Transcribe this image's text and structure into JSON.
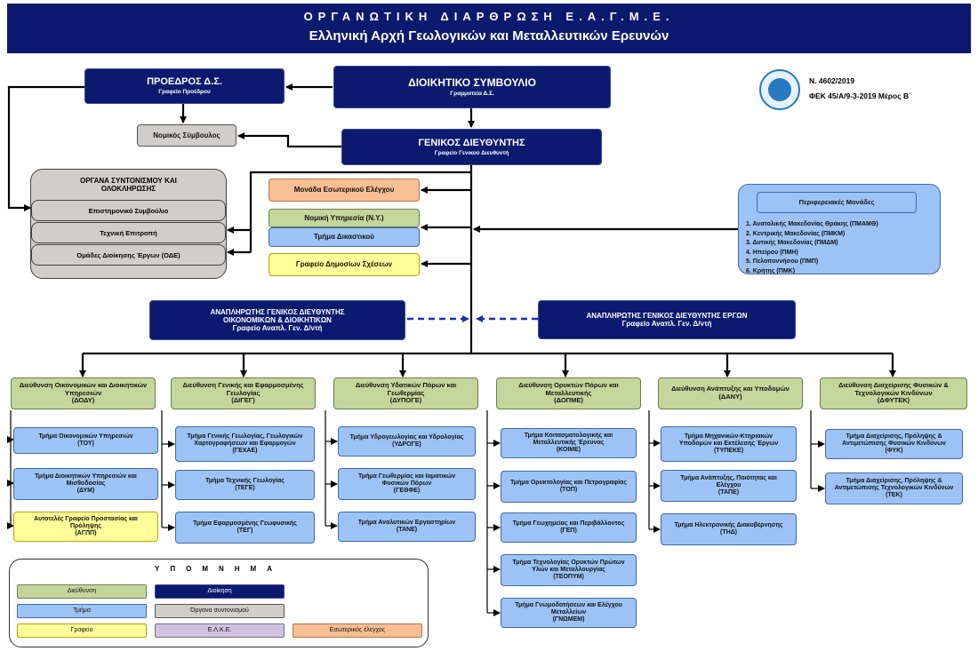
{
  "header": {
    "title": "ΟΡΓΑΝΩΤΙΚΗ ΔΙΑΡΘΡΩΣΗ Ε.Α.Γ.Μ.Ε.",
    "subtitle": "Ελληνική Αρχή Γεωλογικών και Μεταλλευτικών Ερευνών"
  },
  "law": {
    "number": "Ν. 4602/2019",
    "gazette": "ΦΕΚ 45/Α/9-3-2019 Μέρος Β΄"
  },
  "board": {
    "title": "ΔΙΟΙΚΗΤΙΚΟ ΣΥΜΒΟΥΛΙΟ",
    "sub": "Γραμματεία Δ.Σ."
  },
  "president": {
    "title": "ΠΡΟΕΔΡΟΣ Δ.Σ.",
    "sub": "Γραφείο Προέδρου"
  },
  "legal_advisor": "Νομικός Σύμβουλος",
  "general_director": {
    "title": "ΓΕΝΙΚΟΣ ΔΙΕΥΘΥΝΤΗΣ",
    "sub": "Γραφείο Γενικού Διευθυντή"
  },
  "coordination": {
    "title": "ΟΡΓΑΝΑ ΣΥΝΤΟΝΙΣΜΟΥ ΚΑΙ ΟΛΟΚΛΗΡΩΣΗΣ",
    "items": [
      "Επιστημονικό Συμβούλιο",
      "Τεχνική Επιτροπή",
      "Ομάδες Διοίκησης Έργων (ΟΔΕ)"
    ]
  },
  "staff": {
    "internal_audit": "Μονάδα Εσωτερικού Ελέγχου",
    "legal_service": "Νομική Υπηρεσία (Ν.Υ.)",
    "judicial_dept": "Τμήμα Δικαστικού",
    "press_office": "Γραφείο Δημοσίων Σχέσεων"
  },
  "regional": {
    "title": "Περιφερειακές Μονάδες",
    "items": [
      "1. Ανατολικής Μακεδονίας Θράκης (ΠΜΑΜΘ)",
      "2. Κεντρικής Μακεδονίας (ΠΜΚΜ)",
      "3. Δυτικής Μακεδονίας (ΠΜΔΜ)",
      "4. Ηπείρου (ΠΜΗ)",
      "5. Πελοποννήσου  (ΠΜΠ)",
      "6. Κρήτης (ΠΜΚ)"
    ]
  },
  "deputy_finance": {
    "title": "ΑΝΑΠΛΗΡΩΤΗΣ ΓΕΝΙΚΟΣ ΔΙΕΥΘΥΝΤΗΣ ΟΙΚΟΝΟΜΙΚΩΝ & ΔΙΟΙΚΗΤΙΚΩΝ",
    "sub": "Γραφείο Αναπλ. Γεν. Δ/ντή"
  },
  "deputy_projects": {
    "title": "ΑΝΑΠΛΗΡΩΤΗΣ ΓΕΝΙΚΟΣ ΔΙΕΥΘΥΝΤΗΣ ΕΡΓΩΝ",
    "sub": "Γραφείο Αναπλ. Γεν. Δ/ντή"
  },
  "directorates": [
    {
      "title": "Διεύθυνση Οικονομικών και Διοικητικών Υπηρεσιών",
      "abbr": "(ΔΟΔΥ)",
      "units": [
        {
          "name": "Τμήμα Οικονομικών Υπηρεσιών",
          "abbr": "(ΤΟΥ)",
          "kind": "blue"
        },
        {
          "name": "Τμήμα Διοικητικών Υπηρεσιών και Μισθοδοσίας",
          "abbr": "(ΔΥΜ)",
          "kind": "blue"
        },
        {
          "name": "Αυτοτελές Γραφείο Προστασίας και Πρόληψης",
          "abbr": "(ΑΓΠΠ)",
          "kind": "yellow"
        }
      ]
    },
    {
      "title": "Διεύθυνση Γενικής και Εφαρμοσμένης Γεωλογίας",
      "abbr": "(ΔΙΓΕΓ)",
      "units": [
        {
          "name": "Τμήμα Γενικής Γεωλογίας, Γεωλογικών Χαρτογραφήσεων και Εφαρμογών",
          "abbr": "(ΓΕΧΑΕ)",
          "kind": "blue"
        },
        {
          "name": "Τμήμα Τεχνικής Γεωλογίας",
          "abbr": "(ΤΕΓΕ)",
          "kind": "blue"
        },
        {
          "name": "Τμήμα Εφαρμοσμένης Γεωφυσικής",
          "abbr": "(ΤΕΓ)",
          "kind": "blue"
        }
      ]
    },
    {
      "title": "Διεύθυνση Υδατικών Πόρων και Γεωθερμίας",
      "abbr": "(ΔΥΠΟΓΕ)",
      "units": [
        {
          "name": "Τμήμα Υδρογεωλογίας και Υδρολογίας",
          "abbr": "(ΥΔΡΟΓΕ)",
          "kind": "blue"
        },
        {
          "name": "Τμήμα Γεωθερμίας και Ιαματικών Φυσικών Πόρων",
          "abbr": "(ΓΕΘΦΕ)",
          "kind": "blue"
        },
        {
          "name": "Τμήμα Αναλυτικών Εργαστηρίων",
          "abbr": "(ΤΑΝΕ)",
          "kind": "blue"
        }
      ]
    },
    {
      "title": "Διεύθυνση Ορυκτών Πόρων και Μεταλλευτικής",
      "abbr": "(ΔΟΠΜΕ)",
      "units": [
        {
          "name": "Τμήμα Κοιτασματολογικής και Μεταλλευτικής Έρευνας",
          "abbr": "(ΚΟΙΜΕ)",
          "kind": "blue"
        },
        {
          "name": "Τμήμα Ορυκτολογίας και Πετρογραφίας",
          "abbr": "(ΤΟΠ)",
          "kind": "blue"
        },
        {
          "name": "Τμήμα Γεωχημείας και Περιβάλλοντος",
          "abbr": "(ΓΕΠ)",
          "kind": "blue"
        },
        {
          "name": "Τμήμα Τεχνολογίας Ορυκτών Πρώτων Υλών και Μεταλλουργίας",
          "abbr": "(ΤΕΟΠΥΜ)",
          "kind": "blue"
        },
        {
          "name": "Τμήμα Γνωμοδοτήσεων και Ελέγχου Μεταλλείων",
          "abbr": "(ΓΝΩΜΕΜ)",
          "kind": "blue"
        }
      ]
    },
    {
      "title": "Διεύθυνση Ανάπτυξης και Υποδομών",
      "abbr": "(ΔΑΝΥ)",
      "units": [
        {
          "name": "Τμήμα Μηχανικών-Κτηριακών Υποδομών και Εκτέλεσης Έργων",
          "abbr": "(ΤΥΠΕΚΕ)",
          "kind": "blue"
        },
        {
          "name": "Τμήμα Ανάπτυξης, Ποιότητας και Ελέγχου",
          "abbr": "(ΤΑΠΕ)",
          "kind": "blue"
        },
        {
          "name": "Τμήμα Ηλεκτρονικής Διακυβέρνησης",
          "abbr": "(ΤΗΔ)",
          "kind": "blue"
        }
      ]
    },
    {
      "title": "Διεύθυνση Διαχείρισης Φυσικών & Τεχνολογικών Κινδύνων",
      "abbr": "(ΔΦΥΤΕΚ)",
      "units": [
        {
          "name": "Τμήμα Διαχείρισης, Πρόληψης & Αντιμετώπισης Φυσικών Κινδύνων",
          "abbr": "(ΦΥΚ)",
          "kind": "blue"
        },
        {
          "name": "Τμήμα Διαχείρισης, Πρόληψης & Αντιμετώπισης Τεχνολογικών Κινδύνων",
          "abbr": "(ΤΕΚ)",
          "kind": "blue"
        }
      ]
    }
  ],
  "legend": {
    "title": "ΥΠΟΜΝΗΜΑ",
    "items": [
      {
        "label": "Διεύθυνση",
        "kind": "green"
      },
      {
        "label": "Διοίκηση",
        "kind": "navy"
      },
      {
        "label": "Τμήμα",
        "kind": "blue"
      },
      {
        "label": "Όργανα συντονισμού",
        "kind": "grey"
      },
      {
        "label": "Γραφείο",
        "kind": "yellow"
      },
      {
        "label": "Ε.Λ.Κ.Ε.",
        "kind": "lilac"
      },
      {
        "label": "Εσωτερικός έλεγχος",
        "kind": "orange"
      }
    ]
  },
  "colors": {
    "navy": "#0b1a6e",
    "green": "#c3d69b",
    "blue": "#9dc3f6",
    "grey": "#d0cdca",
    "yellow": "#ffff99",
    "orange": "#f8be94",
    "lilac": "#d1c2e0",
    "dashed_link": "#1b2fb0"
  }
}
